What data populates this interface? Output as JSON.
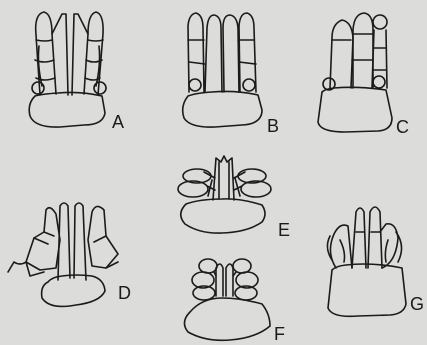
{
  "figure": {
    "labels": {
      "A": "A",
      "B": "B",
      "C": "C",
      "D": "D",
      "E": "E",
      "F": "F",
      "G": "G"
    },
    "background_color": "#dcdcdb",
    "ink_color": "#1b1b1b"
  }
}
